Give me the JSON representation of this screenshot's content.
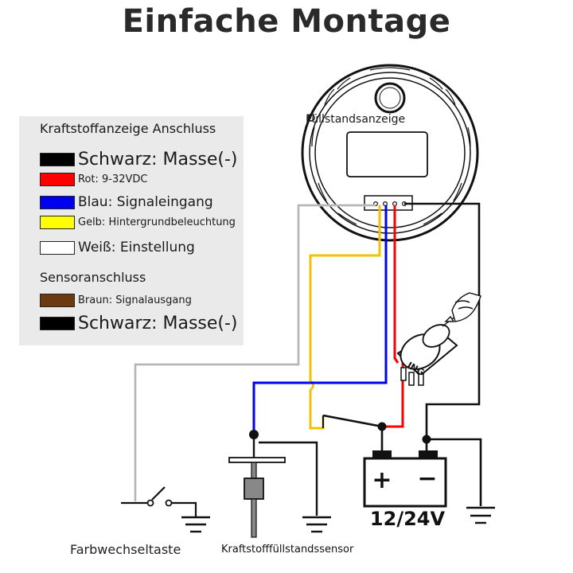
{
  "title": "Einfache Montage",
  "legend": {
    "gauge_section": "Kraftstoffanzeige Anschluss",
    "gauge_wires": [
      {
        "color": "#000000",
        "label": "Schwarz: Masse(-)"
      },
      {
        "color": "#ff0000",
        "label": "Rot: 9-32VDC"
      },
      {
        "color": "#0000ee",
        "label": "Blau: Signaleingang"
      },
      {
        "color": "#ffff00",
        "label": "Gelb: Hintergrundbeleuchtung"
      },
      {
        "color": "#ffffff",
        "label": "Weiß: Einstellung"
      }
    ],
    "sensor_section": "Sensoranschluss",
    "sensor_wires": [
      {
        "color": "#6b3a10",
        "label": "Braun: Signalausgang"
      },
      {
        "color": "#000000",
        "label": "Schwarz: Masse(-)"
      }
    ]
  },
  "gauge": {
    "label": "Füllstandsanzeige"
  },
  "ignition": {
    "label": "ING"
  },
  "battery": {
    "label": "12/24V",
    "plus": "+",
    "minus": "−"
  },
  "sensor": {
    "label": "Kraftstofffüllstandssensor"
  },
  "switch": {
    "label": "Farbwechseltaste"
  },
  "colors": {
    "black": "#111111",
    "red": "#ff0000",
    "blue": "#0000ee",
    "yellow": "#f2c200",
    "white_wire": "#c8c8c8",
    "legend_bg": "#eaeaea"
  }
}
